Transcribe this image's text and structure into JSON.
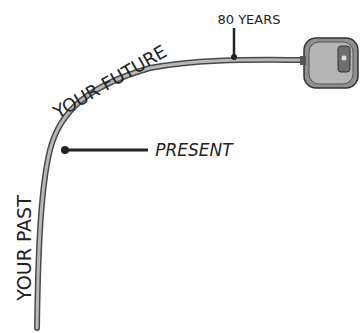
{
  "diagram": {
    "labels": [
      "YOUR PAST",
      "YOUR FUTURE",
      "PRESENT",
      "80 YEARS"
    ]
  }
}
